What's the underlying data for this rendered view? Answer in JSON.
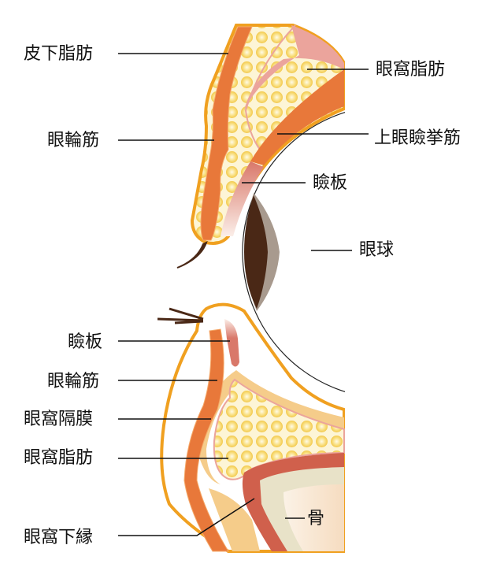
{
  "labels": {
    "upper_subcutaneous_fat": "皮下脂肪",
    "upper_orbicularis": "眼輪筋",
    "upper_orbital_fat": "眼窩脂肪",
    "levator": "上眼瞼挙筋",
    "upper_tarsus": "瞼板",
    "eyeball": "眼球",
    "lower_tarsus": "瞼板",
    "lower_orbicularis": "眼輪筋",
    "orbital_septum": "眼窩隔膜",
    "lower_orbital_fat": "眼窩脂肪",
    "orbital_rim": "眼窩下縁",
    "bone": "骨"
  },
  "colors": {
    "skin_outline": "#f0a020",
    "muscle": "#e8783a",
    "fat_bg": "#fdf3d0",
    "fat_dot": "#f7d56a",
    "tarsus": "#d9786a",
    "septum_pink": "#eba49c",
    "iris_dark": "#4a2816",
    "iris_gray": "#a89a8e",
    "bone_red": "#d0604c",
    "bone_fill": "#e8e2c8"
  }
}
